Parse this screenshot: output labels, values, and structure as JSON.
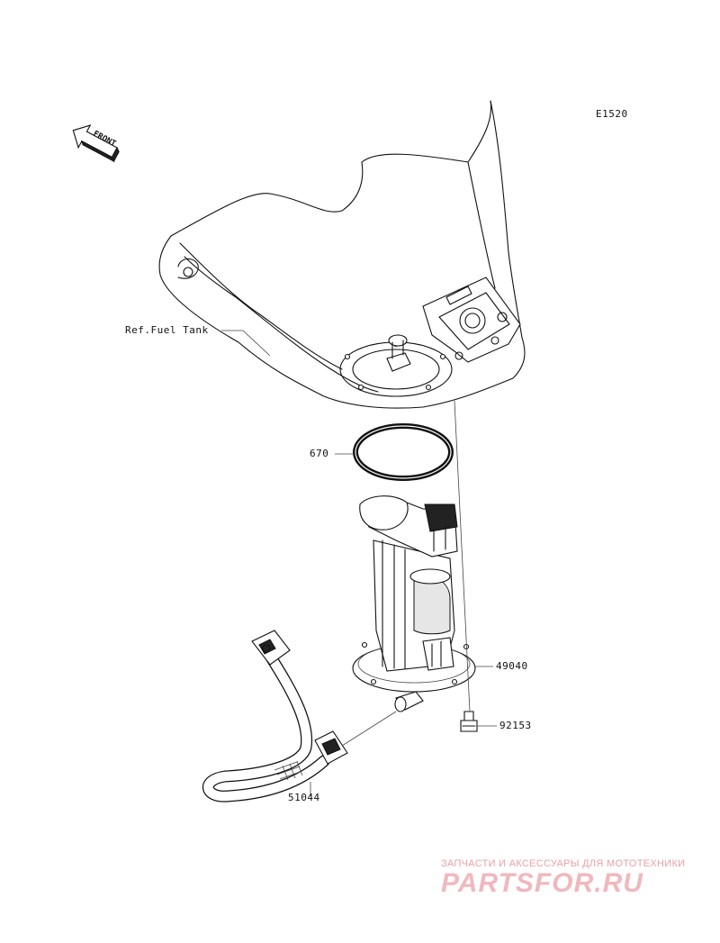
{
  "diagram_code": "E1520",
  "front_label": "FRONT",
  "labels": {
    "fuel_tank": "Ref.Fuel Tank",
    "gasket": "670",
    "pump": "49040",
    "bolt": "92153",
    "hose": "51044"
  },
  "watermark": {
    "subtitle": "ЗАПЧАСТИ И АКСЕССУАРЫ ДЛЯ МОТОТЕХНИКИ",
    "brand": "PARTSFOR.RU",
    "color": "#f0b8bd"
  }
}
